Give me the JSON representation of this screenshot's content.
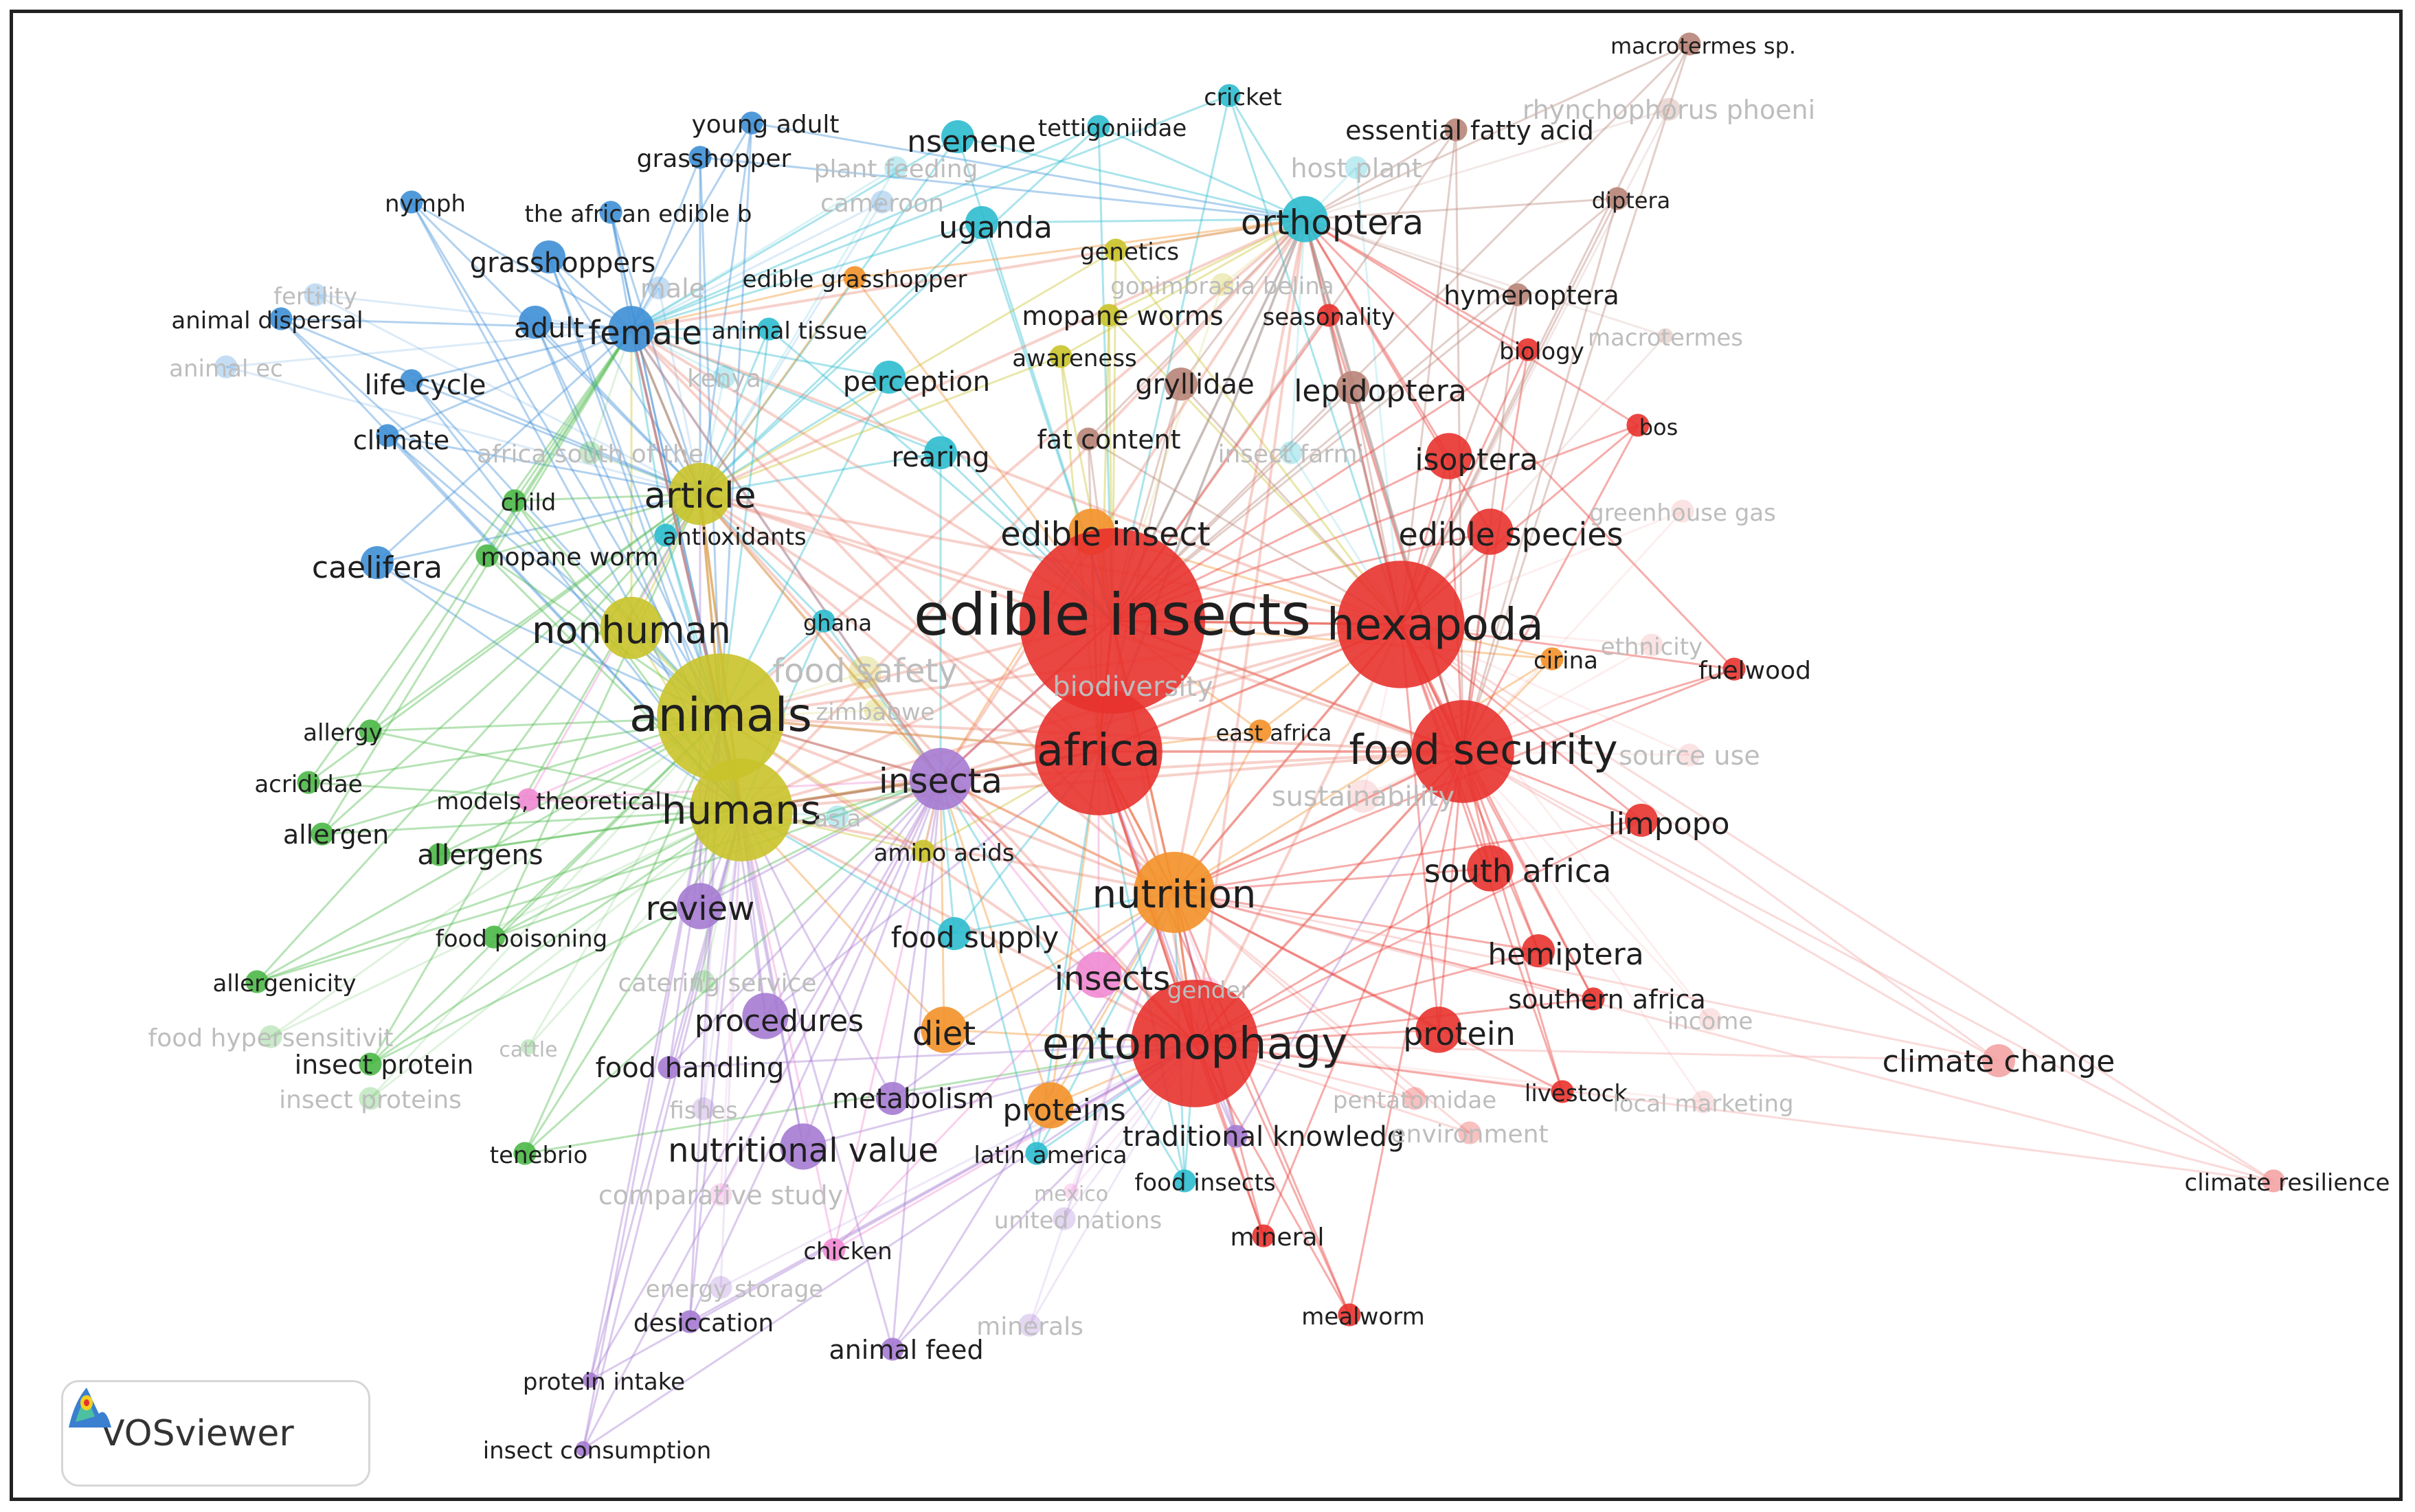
{
  "brand": {
    "name": "VOSviewer"
  },
  "clusters": {
    "red": "#e8322e",
    "green": "#4cb848",
    "blue": "#3e8fd6",
    "yellow": "#c9c32a",
    "purple": "#a57bd1",
    "cyan": "#2cbccf",
    "orange": "#f39128",
    "brown": "#b88478",
    "pink": "#ef8ad3",
    "lightred": "#f3a3a3"
  },
  "network": {
    "nodes": [
      {
        "id": "edible_insects",
        "label": "edible insects",
        "cluster": "red",
        "weight": 10,
        "faded": false
      },
      {
        "id": "hexapoda",
        "label": "hexapoda",
        "cluster": "red",
        "weight": 8,
        "faded": false
      },
      {
        "id": "africa",
        "label": "africa",
        "cluster": "red",
        "weight": 8,
        "faded": false
      },
      {
        "id": "food_security",
        "label": "food security",
        "cluster": "red",
        "weight": 7,
        "faded": false
      },
      {
        "id": "entomophagy",
        "label": "entomophagy",
        "cluster": "red",
        "weight": 8,
        "faded": false
      },
      {
        "id": "nutrition",
        "label": "nutrition",
        "cluster": "orange",
        "weight": 6,
        "faded": false
      },
      {
        "id": "animals",
        "label": "animals",
        "cluster": "yellow",
        "weight": 8,
        "faded": false
      },
      {
        "id": "humans",
        "label": "humans",
        "cluster": "yellow",
        "weight": 7,
        "faded": false
      },
      {
        "id": "nonhuman",
        "label": "nonhuman",
        "cluster": "yellow",
        "weight": 5,
        "faded": false
      },
      {
        "id": "article",
        "label": "article",
        "cluster": "yellow",
        "weight": 5,
        "faded": false
      },
      {
        "id": "insecta",
        "label": "insecta",
        "cluster": "purple",
        "weight": 5,
        "faded": false
      },
      {
        "id": "review",
        "label": "review",
        "cluster": "purple",
        "weight": 4,
        "faded": false
      },
      {
        "id": "procedures",
        "label": "procedures",
        "cluster": "purple",
        "weight": 4,
        "faded": false
      },
      {
        "id": "nutritional_value",
        "label": "nutritional value",
        "cluster": "purple",
        "weight": 4,
        "faded": false
      },
      {
        "id": "insects",
        "label": "insects",
        "cluster": "pink",
        "weight": 4,
        "faded": false
      },
      {
        "id": "diet",
        "label": "diet",
        "cluster": "orange",
        "weight": 4,
        "faded": false
      },
      {
        "id": "proteins",
        "label": "proteins",
        "cluster": "orange",
        "weight": 4,
        "faded": false
      },
      {
        "id": "protein",
        "label": "protein",
        "cluster": "red",
        "weight": 4,
        "faded": false
      },
      {
        "id": "edible_insect",
        "label": "edible insect",
        "cluster": "orange",
        "weight": 4,
        "faded": false
      },
      {
        "id": "edible_species",
        "label": "edible species",
        "cluster": "red",
        "weight": 4,
        "faded": false
      },
      {
        "id": "south_africa",
        "label": "south africa",
        "cluster": "red",
        "weight": 4,
        "faded": false
      },
      {
        "id": "limpopo",
        "label": "limpopo",
        "cluster": "red",
        "weight": 3,
        "faded": false
      },
      {
        "id": "hemiptera",
        "label": "hemiptera",
        "cluster": "red",
        "weight": 3,
        "faded": false
      },
      {
        "id": "isoptera",
        "label": "isoptera",
        "cluster": "red",
        "weight": 4,
        "faded": false
      },
      {
        "id": "lepidoptera",
        "label": "lepidoptera",
        "cluster": "brown",
        "weight": 3,
        "faded": false
      },
      {
        "id": "orthoptera",
        "label": "orthoptera",
        "cluster": "cyan",
        "weight": 4,
        "faded": false
      },
      {
        "id": "uganda",
        "label": "uganda",
        "cluster": "cyan",
        "weight": 3,
        "faded": false
      },
      {
        "id": "nsenene",
        "label": "nsenene",
        "cluster": "cyan",
        "weight": 3,
        "faded": false
      },
      {
        "id": "perception",
        "label": "perception",
        "cluster": "cyan",
        "weight": 3,
        "faded": false
      },
      {
        "id": "rearing",
        "label": "rearing",
        "cluster": "cyan",
        "weight": 3,
        "faded": false
      },
      {
        "id": "food_supply",
        "label": "food supply",
        "cluster": "cyan",
        "weight": 3,
        "faded": false
      },
      {
        "id": "grasshoppers",
        "label": "grasshoppers",
        "cluster": "blue",
        "weight": 3,
        "faded": false
      },
      {
        "id": "female",
        "label": "female",
        "cluster": "blue",
        "weight": 4,
        "faded": false
      },
      {
        "id": "adult",
        "label": "adult",
        "cluster": "blue",
        "weight": 3,
        "faded": false
      },
      {
        "id": "caelifera",
        "label": "caelifera",
        "cluster": "blue",
        "weight": 3,
        "faded": false
      },
      {
        "id": "climate",
        "label": "climate",
        "cluster": "blue",
        "weight": 2,
        "faded": false
      },
      {
        "id": "life_cycle",
        "label": "life cycle",
        "cluster": "blue",
        "weight": 2,
        "faded": false
      },
      {
        "id": "animal_dispersal",
        "label": "animal dispersal",
        "cluster": "blue",
        "weight": 2,
        "faded": false
      },
      {
        "id": "nymph",
        "label": "nymph",
        "cluster": "blue",
        "weight": 2,
        "faded": false
      },
      {
        "id": "grasshopper",
        "label": "grasshopper",
        "cluster": "blue",
        "weight": 2,
        "faded": false
      },
      {
        "id": "young_adult",
        "label": "young adult",
        "cluster": "blue",
        "weight": 2,
        "faded": false
      },
      {
        "id": "the_african_edible_b",
        "label": "the african edible b",
        "cluster": "blue",
        "weight": 2,
        "faded": false
      },
      {
        "id": "allergy",
        "label": "allergy",
        "cluster": "green",
        "weight": 2,
        "faded": false
      },
      {
        "id": "acrididae",
        "label": "acrididae",
        "cluster": "green",
        "weight": 2,
        "faded": false
      },
      {
        "id": "allergen",
        "label": "allergen",
        "cluster": "green",
        "weight": 2,
        "faded": false
      },
      {
        "id": "allergens",
        "label": "allergens",
        "cluster": "green",
        "weight": 2,
        "faded": false
      },
      {
        "id": "allergenicity",
        "label": "allergenicity",
        "cluster": "green",
        "weight": 2,
        "faded": false
      },
      {
        "id": "insect_protein",
        "label": "insect protein",
        "cluster": "green",
        "weight": 2,
        "faded": false
      },
      {
        "id": "tenebrio",
        "label": "tenebrio",
        "cluster": "green",
        "weight": 2,
        "faded": false
      },
      {
        "id": "food_poisoning",
        "label": "food poisoning",
        "cluster": "green",
        "weight": 2,
        "faded": false
      },
      {
        "id": "child",
        "label": "child",
        "cluster": "green",
        "weight": 2,
        "faded": false
      },
      {
        "id": "mopane_worm",
        "label": "mopane worm",
        "cluster": "green",
        "weight": 2,
        "faded": false
      },
      {
        "id": "antioxidants",
        "label": "antioxidants",
        "cluster": "cyan",
        "weight": 2,
        "faded": false
      },
      {
        "id": "ghana",
        "label": "ghana",
        "cluster": "cyan",
        "weight": 2,
        "faded": false
      },
      {
        "id": "amino_acids",
        "label": "amino acids",
        "cluster": "yellow",
        "weight": 2,
        "faded": false
      },
      {
        "id": "models_theoretical",
        "label": "models, theoretical",
        "cluster": "pink",
        "weight": 2,
        "faded": false
      },
      {
        "id": "food_handling",
        "label": "food handling",
        "cluster": "purple",
        "weight": 2,
        "faded": false
      },
      {
        "id": "metabolism",
        "label": "metabolism",
        "cluster": "purple",
        "weight": 3,
        "faded": false
      },
      {
        "id": "latin_america",
        "label": "latin america",
        "cluster": "cyan",
        "weight": 2,
        "faded": false
      },
      {
        "id": "traditional_knowledge",
        "label": "traditional knowledg",
        "cluster": "purple",
        "weight": 2,
        "faded": false
      },
      {
        "id": "food_insects",
        "label": "food insects",
        "cluster": "cyan",
        "weight": 2,
        "faded": false
      },
      {
        "id": "mineral",
        "label": "mineral",
        "cluster": "red",
        "weight": 2,
        "faded": false
      },
      {
        "id": "mealworm",
        "label": "mealworm",
        "cluster": "red",
        "weight": 2,
        "faded": false
      },
      {
        "id": "chicken",
        "label": "chicken",
        "cluster": "pink",
        "weight": 2,
        "faded": false
      },
      {
        "id": "desiccation",
        "label": "desiccation",
        "cluster": "purple",
        "weight": 2,
        "faded": false
      },
      {
        "id": "animal_feed",
        "label": "animal feed",
        "cluster": "purple",
        "weight": 2,
        "faded": false
      },
      {
        "id": "protein_intake",
        "label": "protein intake",
        "cluster": "purple",
        "weight": 1,
        "faded": false
      },
      {
        "id": "insect_consumption",
        "label": "insect consumption",
        "cluster": "purple",
        "weight": 1,
        "faded": false
      },
      {
        "id": "livestock",
        "label": "livestock",
        "cluster": "red",
        "weight": 2,
        "faded": false
      },
      {
        "id": "southern_africa",
        "label": "southern africa",
        "cluster": "red",
        "weight": 2,
        "faded": false
      },
      {
        "id": "cirina",
        "label": "cirina",
        "cluster": "orange",
        "weight": 2,
        "faded": false
      },
      {
        "id": "fuelwood",
        "label": "fuelwood",
        "cluster": "red",
        "weight": 2,
        "faded": false
      },
      {
        "id": "bos",
        "label": "bos",
        "cluster": "red",
        "weight": 2,
        "faded": false
      },
      {
        "id": "east_africa",
        "label": "east africa",
        "cluster": "orange",
        "weight": 2,
        "faded": false
      },
      {
        "id": "fat_content",
        "label": "fat content",
        "cluster": "brown",
        "weight": 2,
        "faded": false
      },
      {
        "id": "gryllidae",
        "label": "gryllidae",
        "cluster": "brown",
        "weight": 3,
        "faded": false
      },
      {
        "id": "hymenoptera",
        "label": "hymenoptera",
        "cluster": "brown",
        "weight": 2,
        "faded": false
      },
      {
        "id": "biology",
        "label": "biology",
        "cluster": "red",
        "weight": 2,
        "faded": false
      },
      {
        "id": "diptera",
        "label": "diptera",
        "cluster": "brown",
        "weight": 2,
        "faded": false
      },
      {
        "id": "essential_fatty_acid",
        "label": "essential fatty acid",
        "cluster": "brown",
        "weight": 2,
        "faded": false
      },
      {
        "id": "macrotermes_sp",
        "label": "macrotermes sp.",
        "cluster": "brown",
        "weight": 2,
        "faded": false
      },
      {
        "id": "cricket",
        "label": "cricket",
        "cluster": "cyan",
        "weight": 2,
        "faded": false
      },
      {
        "id": "tettigoniidae",
        "label": "tettigoniidae",
        "cluster": "cyan",
        "weight": 2,
        "faded": false
      },
      {
        "id": "seasonality",
        "label": "seasonality",
        "cluster": "red",
        "weight": 2,
        "faded": false
      },
      {
        "id": "mopane_worms",
        "label": "mopane worms",
        "cluster": "yellow",
        "weight": 2,
        "faded": false
      },
      {
        "id": "awareness",
        "label": "awareness",
        "cluster": "yellow",
        "weight": 2,
        "faded": false
      },
      {
        "id": "genetics",
        "label": "genetics",
        "cluster": "yellow",
        "weight": 2,
        "faded": false
      },
      {
        "id": "edible_grasshopper",
        "label": "edible grasshopper",
        "cluster": "orange",
        "weight": 2,
        "faded": false
      },
      {
        "id": "animal_tissue",
        "label": "animal tissue",
        "cluster": "cyan",
        "weight": 2,
        "faded": false
      },
      {
        "id": "climate_change",
        "label": "climate change",
        "cluster": "lightred",
        "weight": 3,
        "faded": false
      },
      {
        "id": "climate_resilience",
        "label": "climate resilience",
        "cluster": "lightred",
        "weight": 2,
        "faded": false
      },
      {
        "id": "male",
        "label": "male",
        "cluster": "blue",
        "weight": 2,
        "faded": true
      },
      {
        "id": "kenya",
        "label": "kenya",
        "cluster": "cyan",
        "weight": 2,
        "faded": true
      },
      {
        "id": "cameroon",
        "label": "cameroon",
        "cluster": "blue",
        "weight": 2,
        "faded": true
      },
      {
        "id": "host_plant",
        "label": "host plant",
        "cluster": "cyan",
        "weight": 2,
        "faded": true
      },
      {
        "id": "rhynchophorus_phoeni",
        "label": "rhynchophorus phoeni",
        "cluster": "brown",
        "weight": 2,
        "faded": true
      },
      {
        "id": "macrotermes",
        "label": "macrotermes",
        "cluster": "brown",
        "weight": 1,
        "faded": true
      },
      {
        "id": "food_safety",
        "label": "food safety",
        "cluster": "yellow",
        "weight": 3,
        "faded": true
      },
      {
        "id": "biodiversity",
        "label": "biodiversity",
        "cluster": "pink",
        "weight": 2,
        "faded": true
      },
      {
        "id": "sustainability",
        "label": "sustainability",
        "cluster": "lightred",
        "weight": 3,
        "faded": true
      },
      {
        "id": "gender",
        "label": "gender",
        "cluster": "pink",
        "weight": 2,
        "faded": true
      },
      {
        "id": "catering_service",
        "label": "catering service",
        "cluster": "green",
        "weight": 2,
        "faded": true
      },
      {
        "id": "comparative_study",
        "label": "comparative study",
        "cluster": "pink",
        "weight": 2,
        "faded": true
      },
      {
        "id": "fishes",
        "label": "fishes",
        "cluster": "purple",
        "weight": 2,
        "faded": true
      },
      {
        "id": "united_nations",
        "label": "united nations",
        "cluster": "purple",
        "weight": 2,
        "faded": true
      },
      {
        "id": "energy_storage",
        "label": "energy storage",
        "cluster": "purple",
        "weight": 2,
        "faded": true
      },
      {
        "id": "minerals",
        "label": "minerals",
        "cluster": "purple",
        "weight": 2,
        "faded": true
      },
      {
        "id": "pentatomidae",
        "label": "pentatomidae",
        "cluster": "red",
        "weight": 2,
        "faded": true
      },
      {
        "id": "environment",
        "label": "environment",
        "cluster": "red",
        "weight": 2,
        "faded": true
      },
      {
        "id": "income",
        "label": "income",
        "cluster": "lightred",
        "weight": 2,
        "faded": true
      },
      {
        "id": "local_marketing",
        "label": "local marketing",
        "cluster": "lightred",
        "weight": 2,
        "faded": true
      },
      {
        "id": "ethnicity",
        "label": "ethnicity",
        "cluster": "lightred",
        "weight": 2,
        "faded": true
      },
      {
        "id": "source_use",
        "label": "source use",
        "cluster": "lightred",
        "weight": 2,
        "faded": true
      },
      {
        "id": "food_hypersensitivity",
        "label": "food hypersensitivit",
        "cluster": "green",
        "weight": 2,
        "faded": true
      },
      {
        "id": "insect_proteins",
        "label": "insect proteins",
        "cluster": "green",
        "weight": 2,
        "faded": true
      },
      {
        "id": "animal_ecology",
        "label": "animal ec",
        "cluster": "blue",
        "weight": 2,
        "faded": true
      },
      {
        "id": "fertility",
        "label": "fertility",
        "cluster": "blue",
        "weight": 2,
        "faded": true
      },
      {
        "id": "plant_feeding",
        "label": "plant feeding",
        "cluster": "cyan",
        "weight": 2,
        "faded": true
      },
      {
        "id": "africa_south_of_the_sahara",
        "label": "africa south of the",
        "cluster": "green",
        "weight": 2,
        "faded": true
      },
      {
        "id": "insect_farming",
        "label": "insect farmi",
        "cluster": "cyan",
        "weight": 2,
        "faded": true
      },
      {
        "id": "greenhouse_gas",
        "label": "greenhouse gas",
        "cluster": "lightred",
        "weight": 2,
        "faded": true
      },
      {
        "id": "gonimbrasia_belina",
        "label": "gonimbrasia belina",
        "cluster": "yellow",
        "weight": 2,
        "faded": true
      },
      {
        "id": "zimbabwe",
        "label": "zimbabwe",
        "cluster": "yellow",
        "weight": 2,
        "faded": true
      },
      {
        "id": "asia",
        "label": "asia",
        "cluster": "cyan",
        "weight": 2,
        "faded": true
      },
      {
        "id": "cattle",
        "label": "cattle",
        "cluster": "green",
        "weight": 1,
        "faded": true
      },
      {
        "id": "mexico",
        "label": "mexico",
        "cluster": "pink",
        "weight": 1,
        "faded": true
      }
    ]
  }
}
